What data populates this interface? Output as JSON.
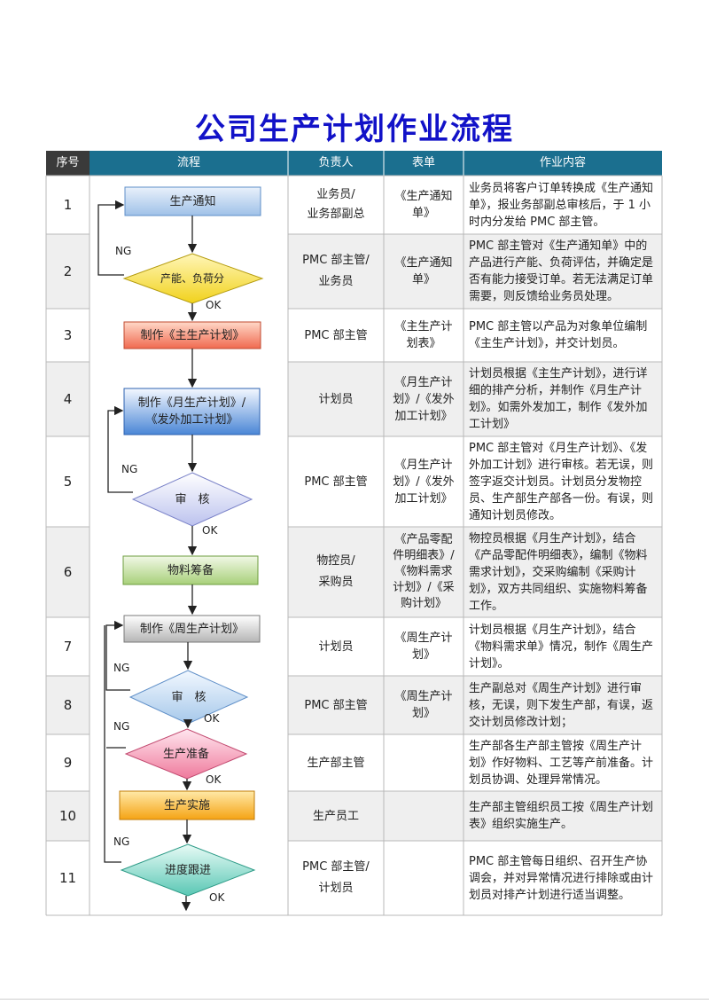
{
  "title": "公司生产计划作业流程",
  "headers": {
    "seq": "序号",
    "flow": "流程",
    "owner": "负责人",
    "form": "表单",
    "content": "作业内容"
  },
  "rows": [
    {
      "no": "1",
      "owner": "业务员/\n业务部副总",
      "form": "《生产通知\n单》",
      "content": "业务员将客户订单转换成《生产通知单》，报业务部副总审核后，于 1 小时内分发给 PMC 部主管。"
    },
    {
      "no": "2",
      "owner": "PMC 部主管/\n业务员",
      "form": "《生产通知\n单》",
      "content": "PMC 部主管对《生产通知单》中的产品进行产能、负荷评估，并确定是否有能力接受订单。若无法满足订单需要，则反馈给业务员处理。"
    },
    {
      "no": "3",
      "owner": "PMC 部主管",
      "form": "《主生产计\n划表》",
      "content": "PMC 部主管以产品为对象单位编制《主生产计划》，并交计划员。"
    },
    {
      "no": "4",
      "owner": "计划员",
      "form": "《月生产计\n划》/《发外\n加工计划》",
      "content": "计划员根据《主生产计划》，进行详细的排产分析，并制作《月生产计划》。如需外发加工，制作《发外加工计划》"
    },
    {
      "no": "5",
      "owner": "PMC 部主管",
      "form": "《月生产计\n划》/《发外\n加工计划》",
      "content": "PMC 部主管对《月生产计划》、《发外加工计划》进行审核。若无误，则签字返交计划员。计划员分发物控员、生产部生产部各一份。有误，则通知计划员修改。"
    },
    {
      "no": "6",
      "owner": "物控员/\n采购员",
      "form": "《产品零配\n件明细表》/\n《物料需求\n计划》/《采\n购计划》",
      "content": "物控员根据《月生产计划》，结合《产品零配件明细表》，编制《物料需求计划》，交采购编制《采购计划》，双方共同组织、实施物料筹备工作。"
    },
    {
      "no": "7",
      "owner": "计划员",
      "form": "《周生产计\n划》",
      "content": "计划员根据《月生产计划》，结合《物料需求单》情况，制作《周生产计划》。"
    },
    {
      "no": "8",
      "owner": "PMC 部主管",
      "form": "《周生产计\n划》",
      "content": "生产副总对《周生产计划》进行审核，无误，则下发生产部，有误，返交计划员修改计划；"
    },
    {
      "no": "9",
      "owner": "生产部主管",
      "form": "",
      "content": "生产部各生产部主管按《周生产计划》作好物料、工艺等产前准备。计划员协调、处理异常情况。"
    },
    {
      "no": "10",
      "owner": "生产员工",
      "form": "",
      "content": "生产部主管组织员工按《周生产计划表》组织实施生产。"
    },
    {
      "no": "11",
      "owner": "PMC 部主管/\n计划员",
      "form": "",
      "content": "PMC 部主管每日组织、召开生产协调会，并对异常情况进行排除或由计划员对排产计划进行适当调整。"
    }
  ],
  "flow": {
    "nodes": [
      "生产通知",
      "产能、负荷分",
      "制作《主生产计划》",
      "制作《月生产计划》/\n《发外加工计划》",
      "审　核",
      "物料筹备",
      "制作《周生产计划》",
      "审　核",
      "生产准备",
      "生产实施",
      "进度跟进"
    ],
    "ng_label": "NG",
    "ok_label": "OK"
  },
  "colors": {
    "header_bg": "#1b6f8f",
    "seq_header_bg": "#3a3a3a",
    "row_alt_bg": "#efefef",
    "title": "#1212c8"
  }
}
